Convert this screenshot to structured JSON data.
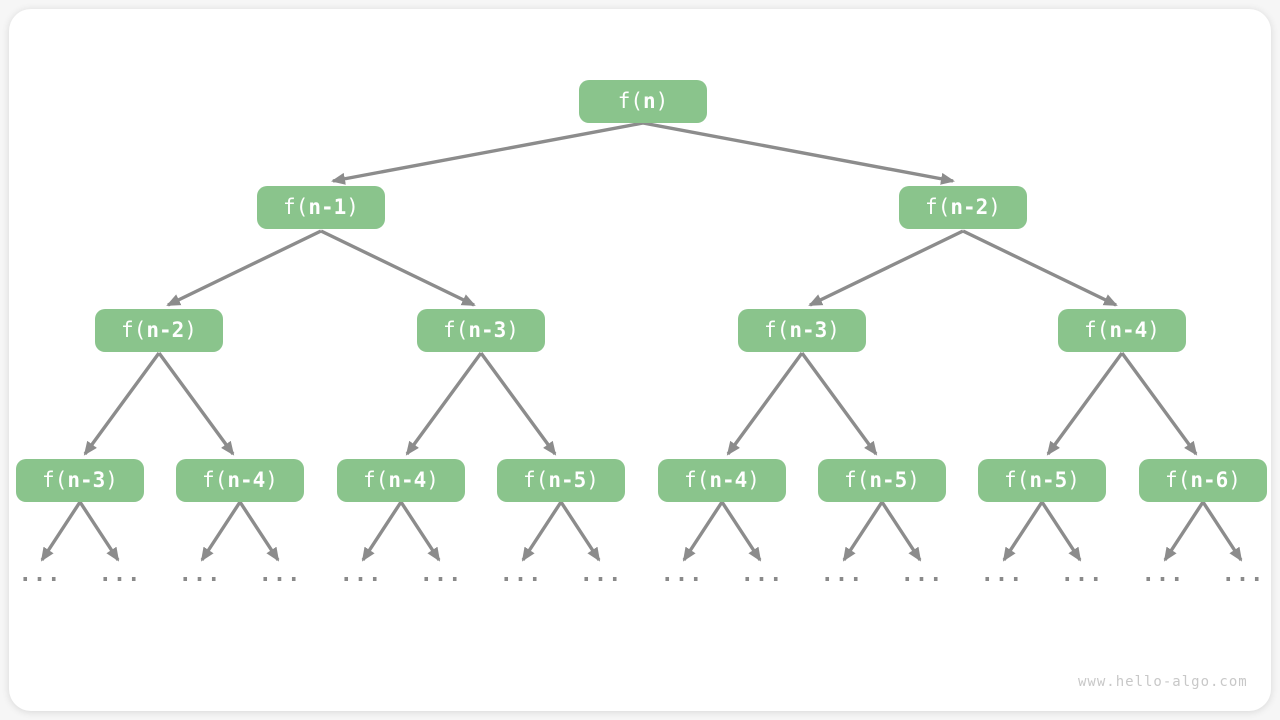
{
  "colors": {
    "node_fill": "#8ac48c",
    "node_text": "#ffffff",
    "arrow": "#8c8c8c",
    "watermark_text_color": "#c8c8c8",
    "card_background": "#ffffff"
  },
  "watermark": "www.hello-algo.com",
  "tree": {
    "root": {
      "prefix": "f(",
      "arg": "n",
      "suffix": ")"
    },
    "level2": [
      {
        "prefix": "f(",
        "arg": "n-1",
        "suffix": ")"
      },
      {
        "prefix": "f(",
        "arg": "n-2",
        "suffix": ")"
      }
    ],
    "level3": [
      {
        "prefix": "f(",
        "arg": "n-2",
        "suffix": ")"
      },
      {
        "prefix": "f(",
        "arg": "n-3",
        "suffix": ")"
      },
      {
        "prefix": "f(",
        "arg": "n-3",
        "suffix": ")"
      },
      {
        "prefix": "f(",
        "arg": "n-4",
        "suffix": ")"
      }
    ],
    "level4": [
      {
        "prefix": "f(",
        "arg": "n-3",
        "suffix": ")"
      },
      {
        "prefix": "f(",
        "arg": "n-4",
        "suffix": ")"
      },
      {
        "prefix": "f(",
        "arg": "n-4",
        "suffix": ")"
      },
      {
        "prefix": "f(",
        "arg": "n-5",
        "suffix": ")"
      },
      {
        "prefix": "f(",
        "arg": "n-4",
        "suffix": ")"
      },
      {
        "prefix": "f(",
        "arg": "n-5",
        "suffix": ")"
      },
      {
        "prefix": "f(",
        "arg": "n-5",
        "suffix": ")"
      },
      {
        "prefix": "f(",
        "arg": "n-6",
        "suffix": ")"
      }
    ],
    "leaf": "..."
  }
}
